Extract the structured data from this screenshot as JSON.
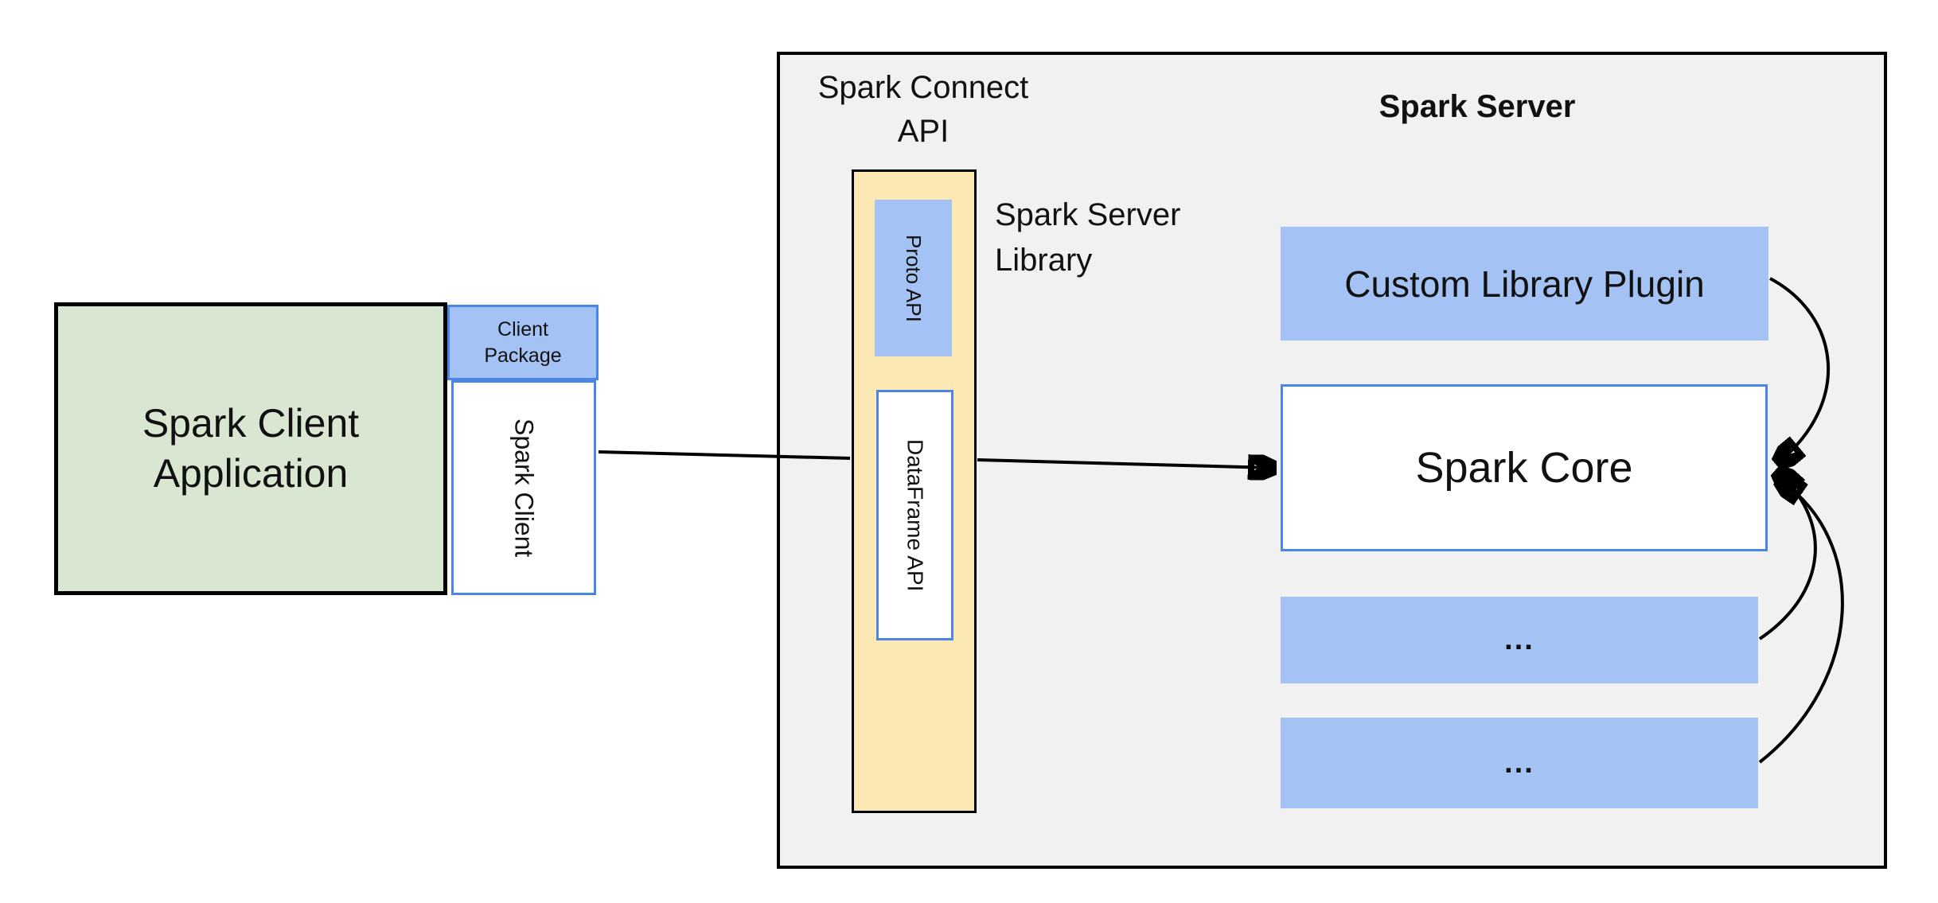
{
  "colors": {
    "client_app_fill": "#d9e7d2",
    "accent_blue_fill": "#a4c3f4",
    "accent_blue_border": "#4a86e8",
    "yellow_fill": "#fce8b2",
    "server_fill": "#f1f1f1",
    "line_color": "#000000"
  },
  "client": {
    "app_line1": "Spark Client",
    "app_line2": "Application",
    "package_line1": "Client",
    "package_line2": "Package",
    "spark_client": "Spark Client"
  },
  "connect": {
    "title_line1": "Spark Connect",
    "title_line2": "API",
    "proto_api": "Proto  API",
    "dataframe_api": "DataFrame API",
    "library_line1": "Spark Server",
    "library_line2": "Library"
  },
  "server": {
    "title": "Spark Server",
    "plugin": "Custom Library Plugin",
    "core": "Spark Core",
    "module1": "...",
    "module2": "..."
  }
}
